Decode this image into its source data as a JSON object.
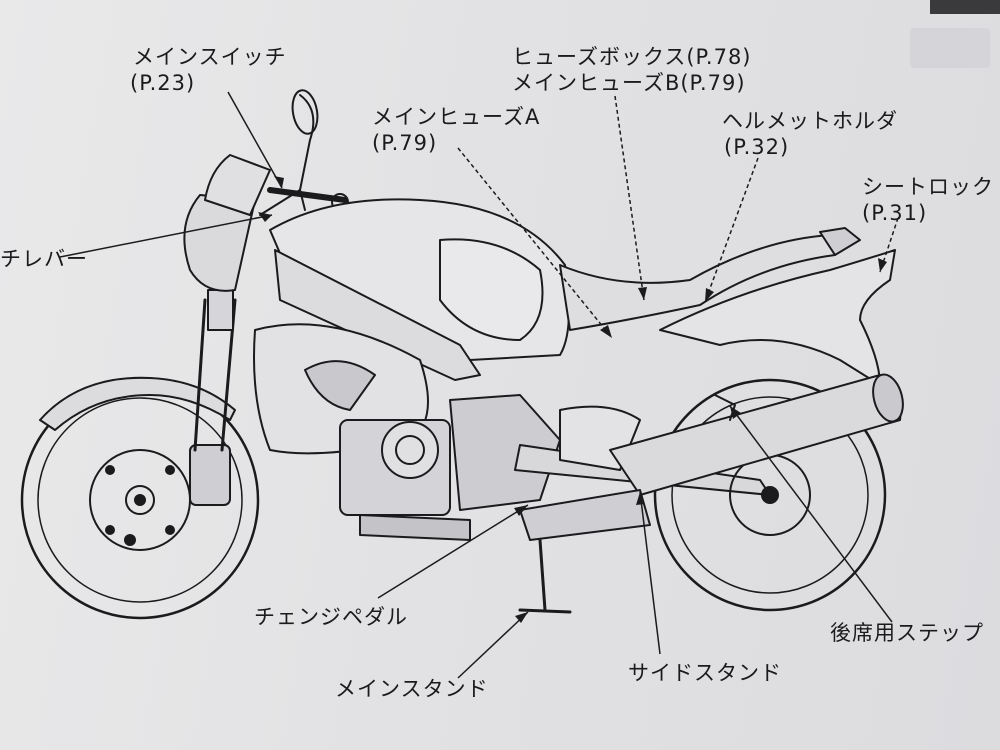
{
  "labels": {
    "main_switch": "メインスイッチ",
    "main_switch_ref": "(P.23)",
    "fuse_box": "ヒューズボックス(P.78)",
    "main_fuse_b": "メインヒューズB(P.79)",
    "main_fuse_a": "メインヒューズA",
    "main_fuse_a_ref": "(P.79)",
    "helmet_holder": "ヘルメットホルダ",
    "helmet_holder_ref": "(P.32)",
    "seat_lock": "シートロック",
    "seat_lock_ref": "(P.31)",
    "clutch_lever_partial": "チレバー",
    "change_pedal": "チェンジペダル",
    "main_stand": "メインスタンド",
    "side_stand": "サイドスタンド",
    "rear_step": "後席用ステップ"
  },
  "colors": {
    "ink": "#1b1b1d",
    "paper": "#e4e4e6",
    "shade": "#bdbdc2"
  }
}
